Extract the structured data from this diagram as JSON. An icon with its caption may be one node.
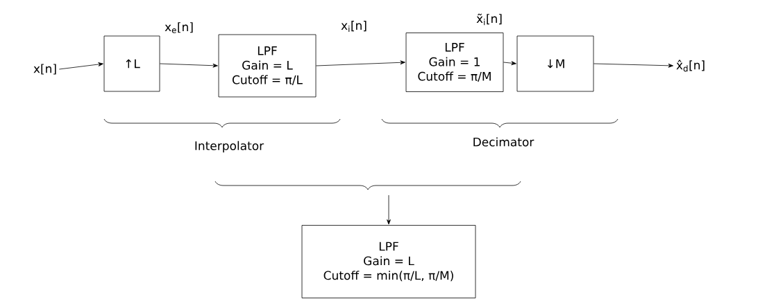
{
  "diagram": {
    "nodes": [
      {
        "text": [
          "x[n]"
        ]
      },
      {
        "text": [
          "↑L"
        ]
      },
      {
        "text": [
          "LPF",
          "Gain = L",
          "Cutoff = π/L"
        ]
      },
      {
        "text": [
          "LPF",
          "Gain = 1",
          "Cutoff = π/M"
        ]
      },
      {
        "text": [
          "↓M"
        ]
      },
      {
        "text": [
          "x̂$_{d}$[n]"
        ]
      },
      {
        "text": [
          "LPF",
          "Gain = L",
          "Cutoff = min(π/L, π/M)"
        ]
      }
    ],
    "edges": [
      {
        "from": 0,
        "to": 1,
        "arrow": "to"
      },
      {
        "from": 1,
        "to": 2,
        "arrow": "to",
        "label": "x$_{e}$[n]"
      },
      {
        "from": 2,
        "to": 3,
        "arrow": "to",
        "label": "x$_{i}$[n]"
      },
      {
        "from": 3,
        "to": 4,
        "arrow": "to",
        "label": "x̃$_{i}$[n]"
      },
      {
        "from": 4,
        "to": 5,
        "arrow": "to"
      },
      {
        "from": null,
        "to": 6,
        "arrow": "to"
      }
    ],
    "labels": [
      "Interpolator",
      "Decimator"
    ]
  }
}
